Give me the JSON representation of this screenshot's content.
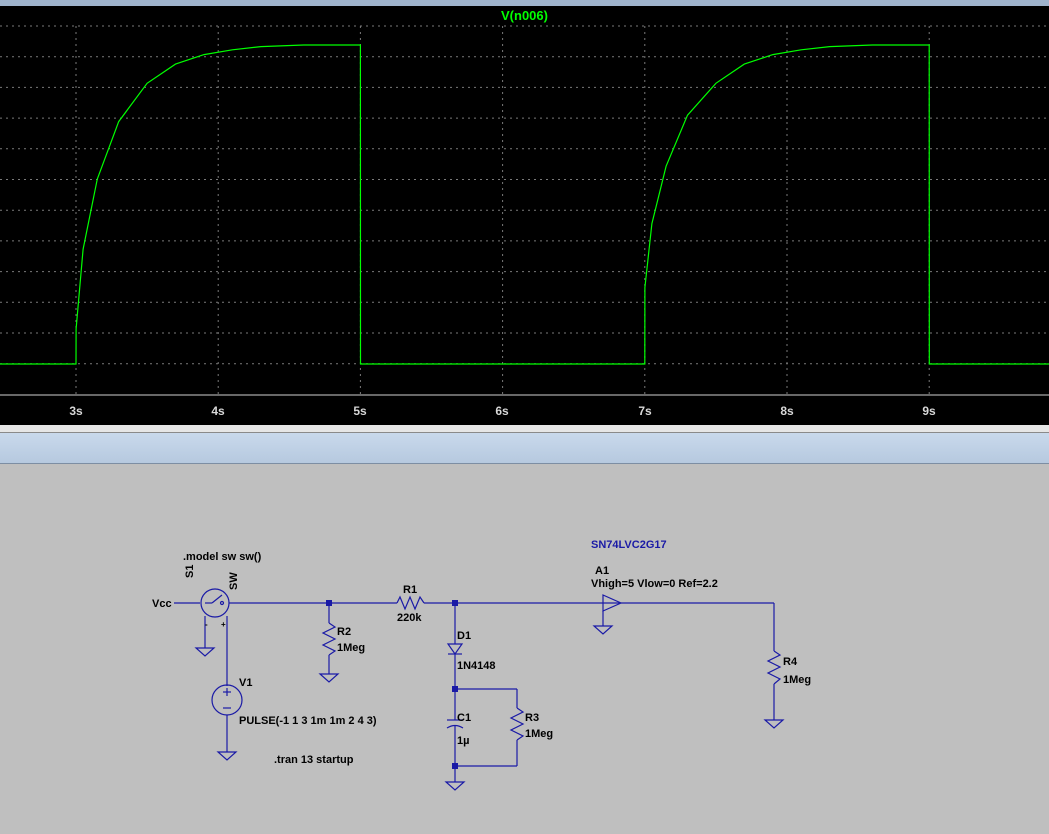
{
  "waveform": {
    "trace_name": "V(n006)",
    "trace_color": "#00ff00",
    "background": "#000000",
    "x_tick_labels": [
      "3s",
      "4s",
      "5s",
      "6s",
      "7s",
      "8s",
      "9s"
    ]
  },
  "chart_data": {
    "type": "line",
    "title": "V(n006)",
    "xlabel": "",
    "ylabel": "",
    "x_ticks": [
      "3s",
      "4s",
      "5s",
      "6s",
      "7s",
      "8s",
      "9s"
    ],
    "xlim": [
      2.46,
      9.85
    ],
    "grid": true,
    "series": [
      {
        "name": "V(n006)",
        "color": "#00ff00",
        "x": [
          2.46,
          3.0,
          3.001,
          3.05,
          3.15,
          3.3,
          3.5,
          3.7,
          3.9,
          4.1,
          4.3,
          4.6,
          5.0,
          5.001,
          7.0,
          7.001,
          7.05,
          7.15,
          7.3,
          7.5,
          7.7,
          7.9,
          8.1,
          8.3,
          8.6,
          9.0,
          9.001,
          9.85
        ],
        "y": [
          0.0,
          0.0,
          0.11,
          0.36,
          0.58,
          0.76,
          0.88,
          0.94,
          0.97,
          0.985,
          0.995,
          1.0,
          1.0,
          0.0,
          0.0,
          0.24,
          0.44,
          0.62,
          0.78,
          0.88,
          0.94,
          0.97,
          0.985,
          0.995,
          1.0,
          1.0,
          0.0,
          0.0
        ]
      }
    ]
  },
  "schematic": {
    "directive_model": ".model sw sw()",
    "directive_tran": ".tran 13 startup",
    "net_vcc": "Vcc",
    "s1": {
      "name": "S1",
      "model": "SW",
      "minus": "-",
      "plus": "+"
    },
    "v1": {
      "name": "V1",
      "value": "PULSE(-1 1 3 1m 1m 2 4 3)"
    },
    "r1": {
      "name": "R1",
      "value": "220k"
    },
    "r2": {
      "name": "R2",
      "value": "1Meg"
    },
    "r3": {
      "name": "R3",
      "value": "1Meg"
    },
    "r4": {
      "name": "R4",
      "value": "1Meg"
    },
    "d1": {
      "name": "D1",
      "value": "1N4148"
    },
    "c1": {
      "name": "C1",
      "value": "1µ"
    },
    "a1": {
      "part": "SN74LVC2G17",
      "name": "A1",
      "params": "Vhigh=5 Vlow=0 Ref=2.2"
    },
    "wire_color": "#1a1aa6"
  }
}
